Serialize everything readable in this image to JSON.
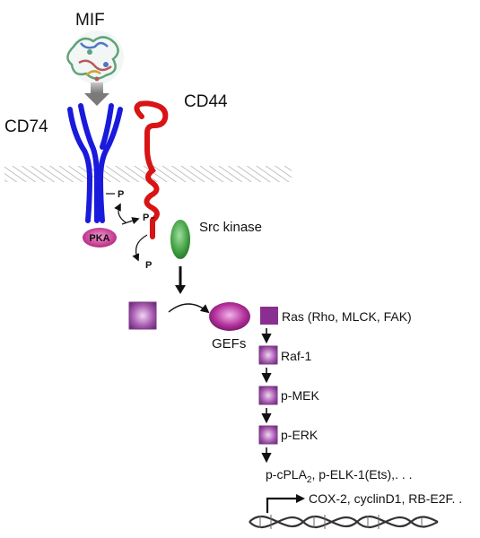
{
  "labels": {
    "mif": "MIF",
    "cd74": "CD74",
    "cd44": "CD44",
    "pka": "PKA",
    "p": "P",
    "src_kinase": "Src kinase",
    "gefs": "GEFs",
    "ras": "Ras (Rho, MLCK, FAK)",
    "raf": "Raf-1",
    "mek": "p-MEK",
    "erk": "p-ERK",
    "cpla_prefix": "p-cPLA",
    "cpla_sub": "2",
    "cpla_suffix": ", p-ELK-1(Ets),. . .",
    "genes": "COX-2, cyclinD1, RB-E2F. ."
  },
  "colors": {
    "cd74": "#1a1adc",
    "cd44": "#d81414",
    "src": "#3a9a3a",
    "pka": "#b0207a",
    "gef": "#8a1f7a",
    "box": "#8a3a96",
    "membrane": "#9a9a9a",
    "dna": "#333333"
  }
}
